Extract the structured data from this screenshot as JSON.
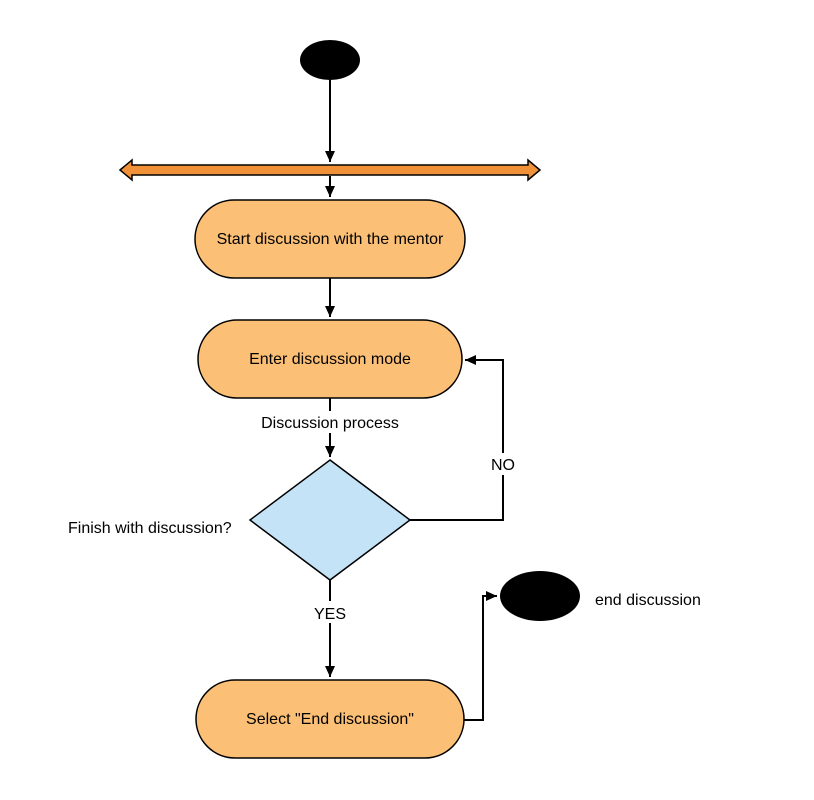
{
  "colors": {
    "background": "#ffffff",
    "activity_fill": "#fbbf76",
    "decision_fill": "#c4e3f6",
    "fork_bar_fill": "#f0913a",
    "node_fill": "#000000",
    "stroke": "#000000"
  },
  "nodes": {
    "start_discussion": "Start discussion with the mentor",
    "enter_discussion_mode": "Enter discussion mode",
    "select_end_discussion": "Select \"End discussion\""
  },
  "decision": {
    "label": "Finish with discussion?"
  },
  "edge_labels": {
    "discussion_process": "Discussion process",
    "no": "NO",
    "yes": "YES"
  },
  "final_node": {
    "label": "end discussion"
  }
}
